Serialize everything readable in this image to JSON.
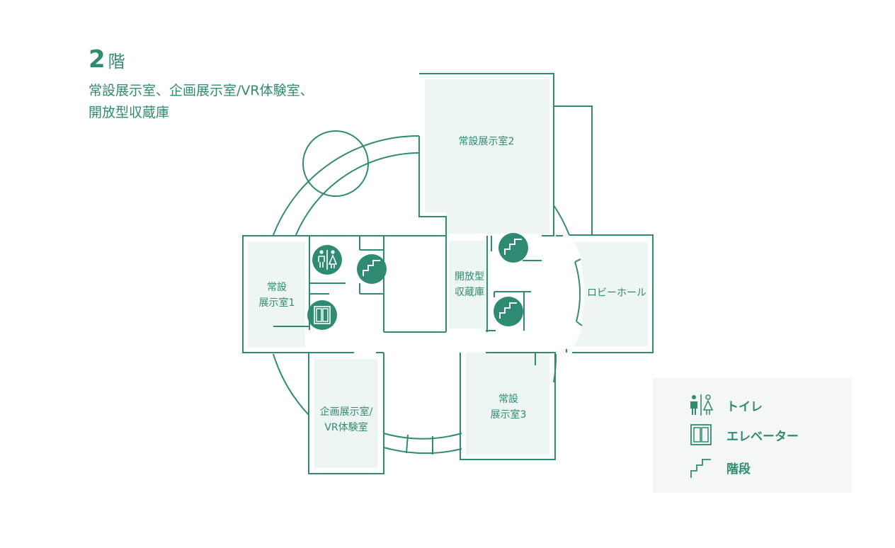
{
  "header": {
    "floor_number": "2",
    "floor_suffix": "階",
    "description_lines": [
      "常設展示室、企画展示室/VR体験室、",
      "開放型収蔵庫"
    ]
  },
  "rooms": {
    "permanent1": [
      "常設",
      "展示室1"
    ],
    "permanent2": "常設展示室2",
    "permanent3": [
      "常設",
      "展示室3"
    ],
    "storage": [
      "開放型",
      "収蔵庫"
    ],
    "lobby": "ロビーホール",
    "special": [
      "企画展示室/",
      "VR体験室"
    ]
  },
  "legend": {
    "items": [
      {
        "icon": "toilet-icon",
        "label": "トイレ"
      },
      {
        "icon": "elevator-icon",
        "label": "エレベーター"
      },
      {
        "icon": "stairs-icon",
        "label": "階段"
      }
    ]
  },
  "colors": {
    "primary": "#2f8a72",
    "room_fill": "#eef6f3",
    "legend_bg": "#f5f7f6"
  }
}
